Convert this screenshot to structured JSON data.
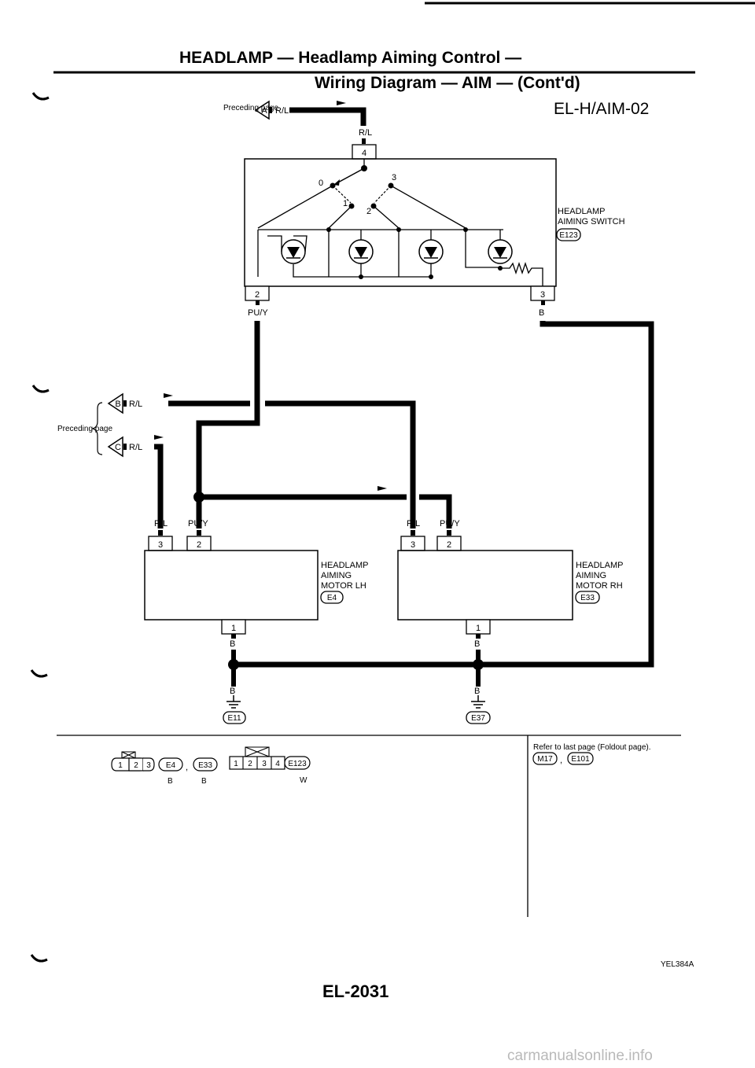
{
  "header": {
    "title_line1": "HEADLAMP — Headlamp Aiming Control —",
    "title_line2": "Wiring Diagram — AIM — (Cont'd)",
    "diagram_code": "EL-H/AIM-02"
  },
  "top_ref": {
    "text": "Preceding page",
    "letter": "A",
    "wire": "R/L"
  },
  "switch": {
    "name_line1": "HEADLAMP",
    "name_line2": "AIMING SWITCH",
    "connector": "E123",
    "input_pin": "4",
    "input_wire": "R/L",
    "positions": [
      "0",
      "1",
      "2",
      "3"
    ],
    "pin_left": "2",
    "wire_left": "PU/Y",
    "pin_right": "3",
    "wire_right": "B"
  },
  "left_refs": {
    "text": "Preceding page",
    "ref_b": {
      "letter": "B",
      "wire": "R/L"
    },
    "ref_c": {
      "letter": "C",
      "wire": "R/L"
    }
  },
  "motor_lh": {
    "name_line1": "HEADLAMP",
    "name_line2": "AIMING",
    "name_line3": "MOTOR LH",
    "connector": "E4",
    "pin_a": "3",
    "wire_a": "R/L",
    "pin_b": "2",
    "wire_b": "PU/Y",
    "pin_gnd": "1",
    "wire_gnd": "B",
    "ground": "E11"
  },
  "motor_rh": {
    "name_line1": "HEADLAMP",
    "name_line2": "AIMING",
    "name_line3": "MOTOR RH",
    "connector": "E33",
    "pin_a": "3",
    "wire_a": "R/L",
    "pin_b": "2",
    "wire_b": "PU/Y",
    "pin_gnd": "1",
    "wire_gnd": "B",
    "ground": "E37"
  },
  "ground_wire_lh": "B",
  "ground_wire_rh": "B",
  "connector_legend": {
    "conn1": {
      "pins": [
        "1",
        "2",
        "3"
      ],
      "codes": [
        "E4",
        "E33"
      ],
      "sep": ",",
      "colors": [
        "B",
        "B"
      ]
    },
    "conn2": {
      "pins": [
        "1",
        "2",
        "3",
        "4"
      ],
      "code": "E123",
      "color": "W"
    }
  },
  "refer": {
    "text": "Refer to last page (Foldout page).",
    "codes": [
      "M17",
      "E101"
    ],
    "sep": ","
  },
  "figure_id": "YEL384A",
  "page_number": "EL-2031",
  "watermark": "carmanualsonline.info"
}
